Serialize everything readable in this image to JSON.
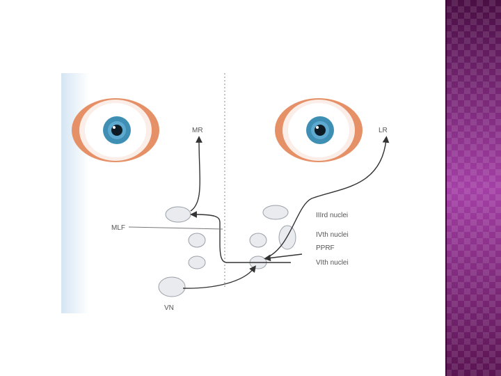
{
  "diagram": {
    "labels": {
      "mr": "MR",
      "lr": "LR",
      "mlf": "MLF",
      "iiird_nuclei": "IIIrd nuclei",
      "ivth_nuclei": "IVth nuclei",
      "pprf": "PPRF",
      "vith_nuclei": "VIth nuclei",
      "vn": "VN"
    },
    "colors": {
      "iris": "#3f8fb5",
      "muscle": "#e08a60",
      "nucleus_fill": "#e9ebee",
      "pathway": "#333333",
      "left_strip": "#dde9f4"
    }
  },
  "slide": {
    "panel_color": "#8c2e92"
  }
}
